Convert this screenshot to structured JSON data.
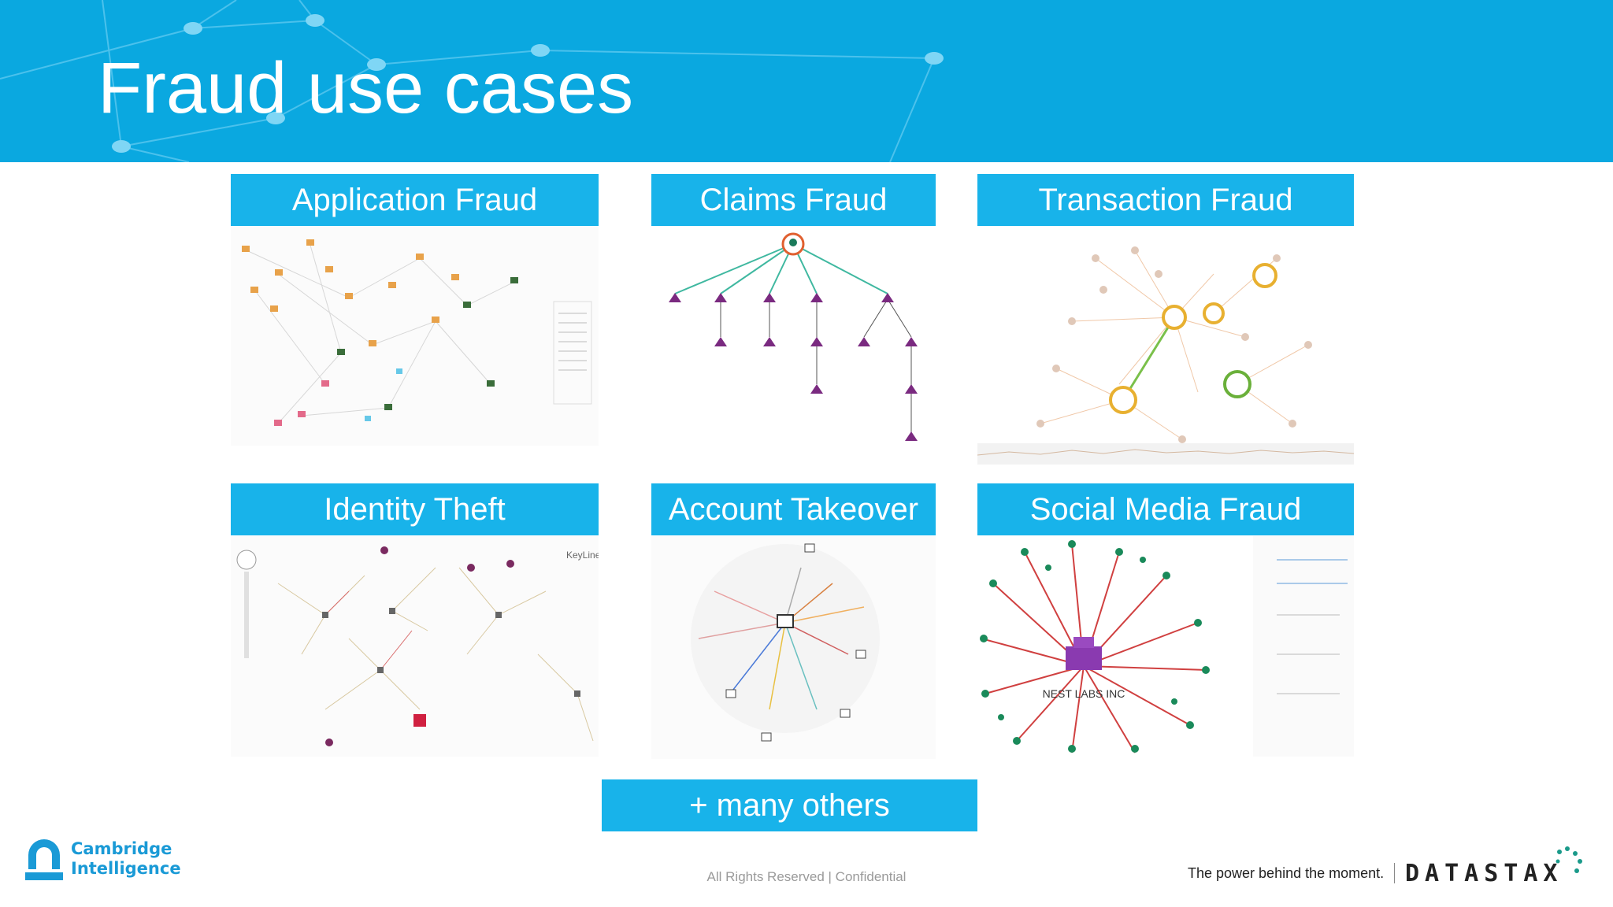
{
  "slide": {
    "title": "Fraud use cases",
    "accent_color": "#0aa8e0",
    "label_color": "#18b3ea"
  },
  "tiles": [
    {
      "id": "application",
      "label": "Application Fraud"
    },
    {
      "id": "claims",
      "label": "Claims Fraud"
    },
    {
      "id": "transaction",
      "label": "Transaction Fraud"
    },
    {
      "id": "identity",
      "label": "Identity Theft"
    },
    {
      "id": "takeover",
      "label": "Account Takeover"
    },
    {
      "id": "social",
      "label": "Social Media Fraud"
    }
  ],
  "more_label": "+ many others",
  "social_thumb_text": "NEST LABS INC",
  "identity_thumb_logo": "KeyLines",
  "footer": {
    "confidential": "All Rights Reserved | Confidential",
    "ci_line1": "Cambridge",
    "ci_line2": "Intelligence",
    "tagline": "The power behind the moment.",
    "datastax": "DATASTAX"
  }
}
